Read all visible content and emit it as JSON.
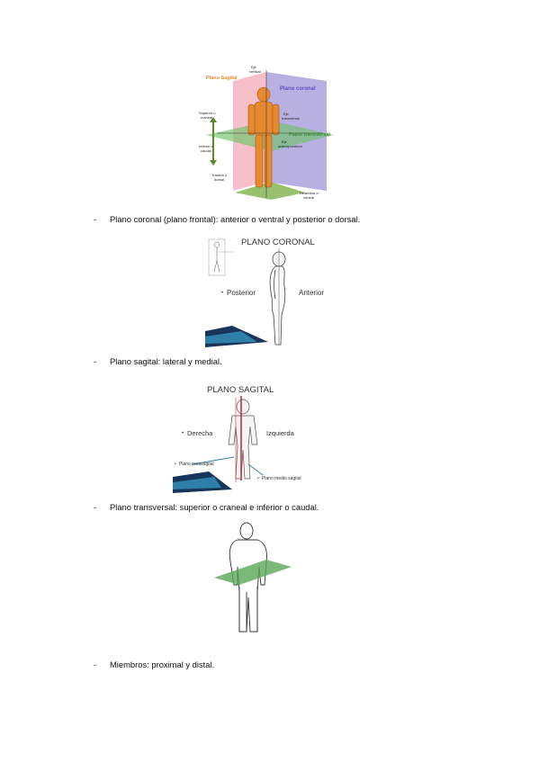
{
  "figure1": {
    "labels": {
      "sagittal": "Plano Sagital",
      "vertical_axis_1": "Eje",
      "vertical_axis_2": "vertical",
      "coronal": "Plano coronal",
      "transverse_axis_1": "Eje",
      "transverse_axis_2": "transversal",
      "superior_1": "Superior o",
      "superior_2": "craneal",
      "transverse_plane": "Plano transversal",
      "ap_axis_1": "Eje",
      "ap_axis_2": "anteroposterior",
      "inferior_1": "Inferior o",
      "inferior_2": "caudal",
      "back_1": "Trasera o",
      "back_2": "dorsal",
      "front_1": "Delantera o",
      "front_2": "ventral"
    }
  },
  "bullets": [
    {
      "dash": "-",
      "text": "Plano coronal (plano frontal): anterior o ventral y posterior o dorsal."
    },
    {
      "dash": "-",
      "text": "Plano sagital: lateral y medial."
    },
    {
      "dash": "-",
      "text": "Plano transversal: superior o craneal e inferior o caudal."
    },
    {
      "dash": "-",
      "text": "Miembros: proximal y distal."
    }
  ],
  "figure2": {
    "title": "PLANO CORONAL",
    "left": "Posterior",
    "right": "Anterior",
    "dot": "•"
  },
  "figure3": {
    "title": "PLANO SAGITAL",
    "left": "Derecha",
    "right": "Izquierda",
    "para": "Plano parasagital",
    "medio": "Plano medio sagital",
    "dot": "•"
  },
  "colors": {
    "accent_blue": "#2f7fa8",
    "dark_blue": "#17345a",
    "plane_green": "#5aa85a",
    "plane_pink": "#f3a9b8",
    "plane_violet": "#9b8fd6",
    "figure_orange": "#e58a2e"
  }
}
